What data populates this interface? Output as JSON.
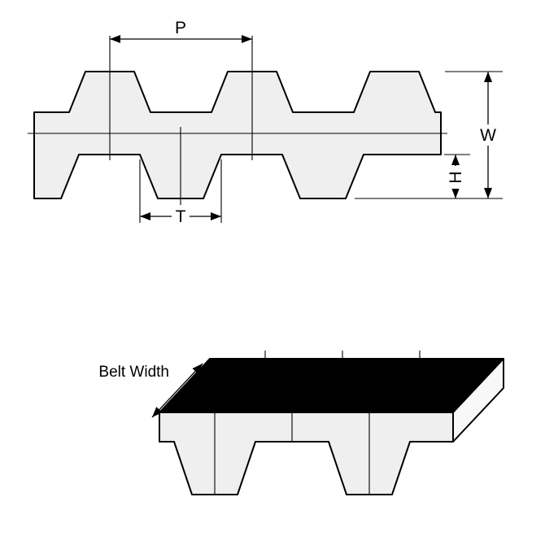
{
  "cross_section": {
    "pitch_label": "P",
    "width_label": "W",
    "height_label": "H",
    "tooth_label": "T"
  },
  "isometric": {
    "belt_width_label": "Belt Width"
  },
  "colors": {
    "line": "#000000",
    "belt_fill": "#efefef",
    "top_face": "#000000",
    "end_face": "#f8f8f8",
    "background": "#ffffff"
  }
}
